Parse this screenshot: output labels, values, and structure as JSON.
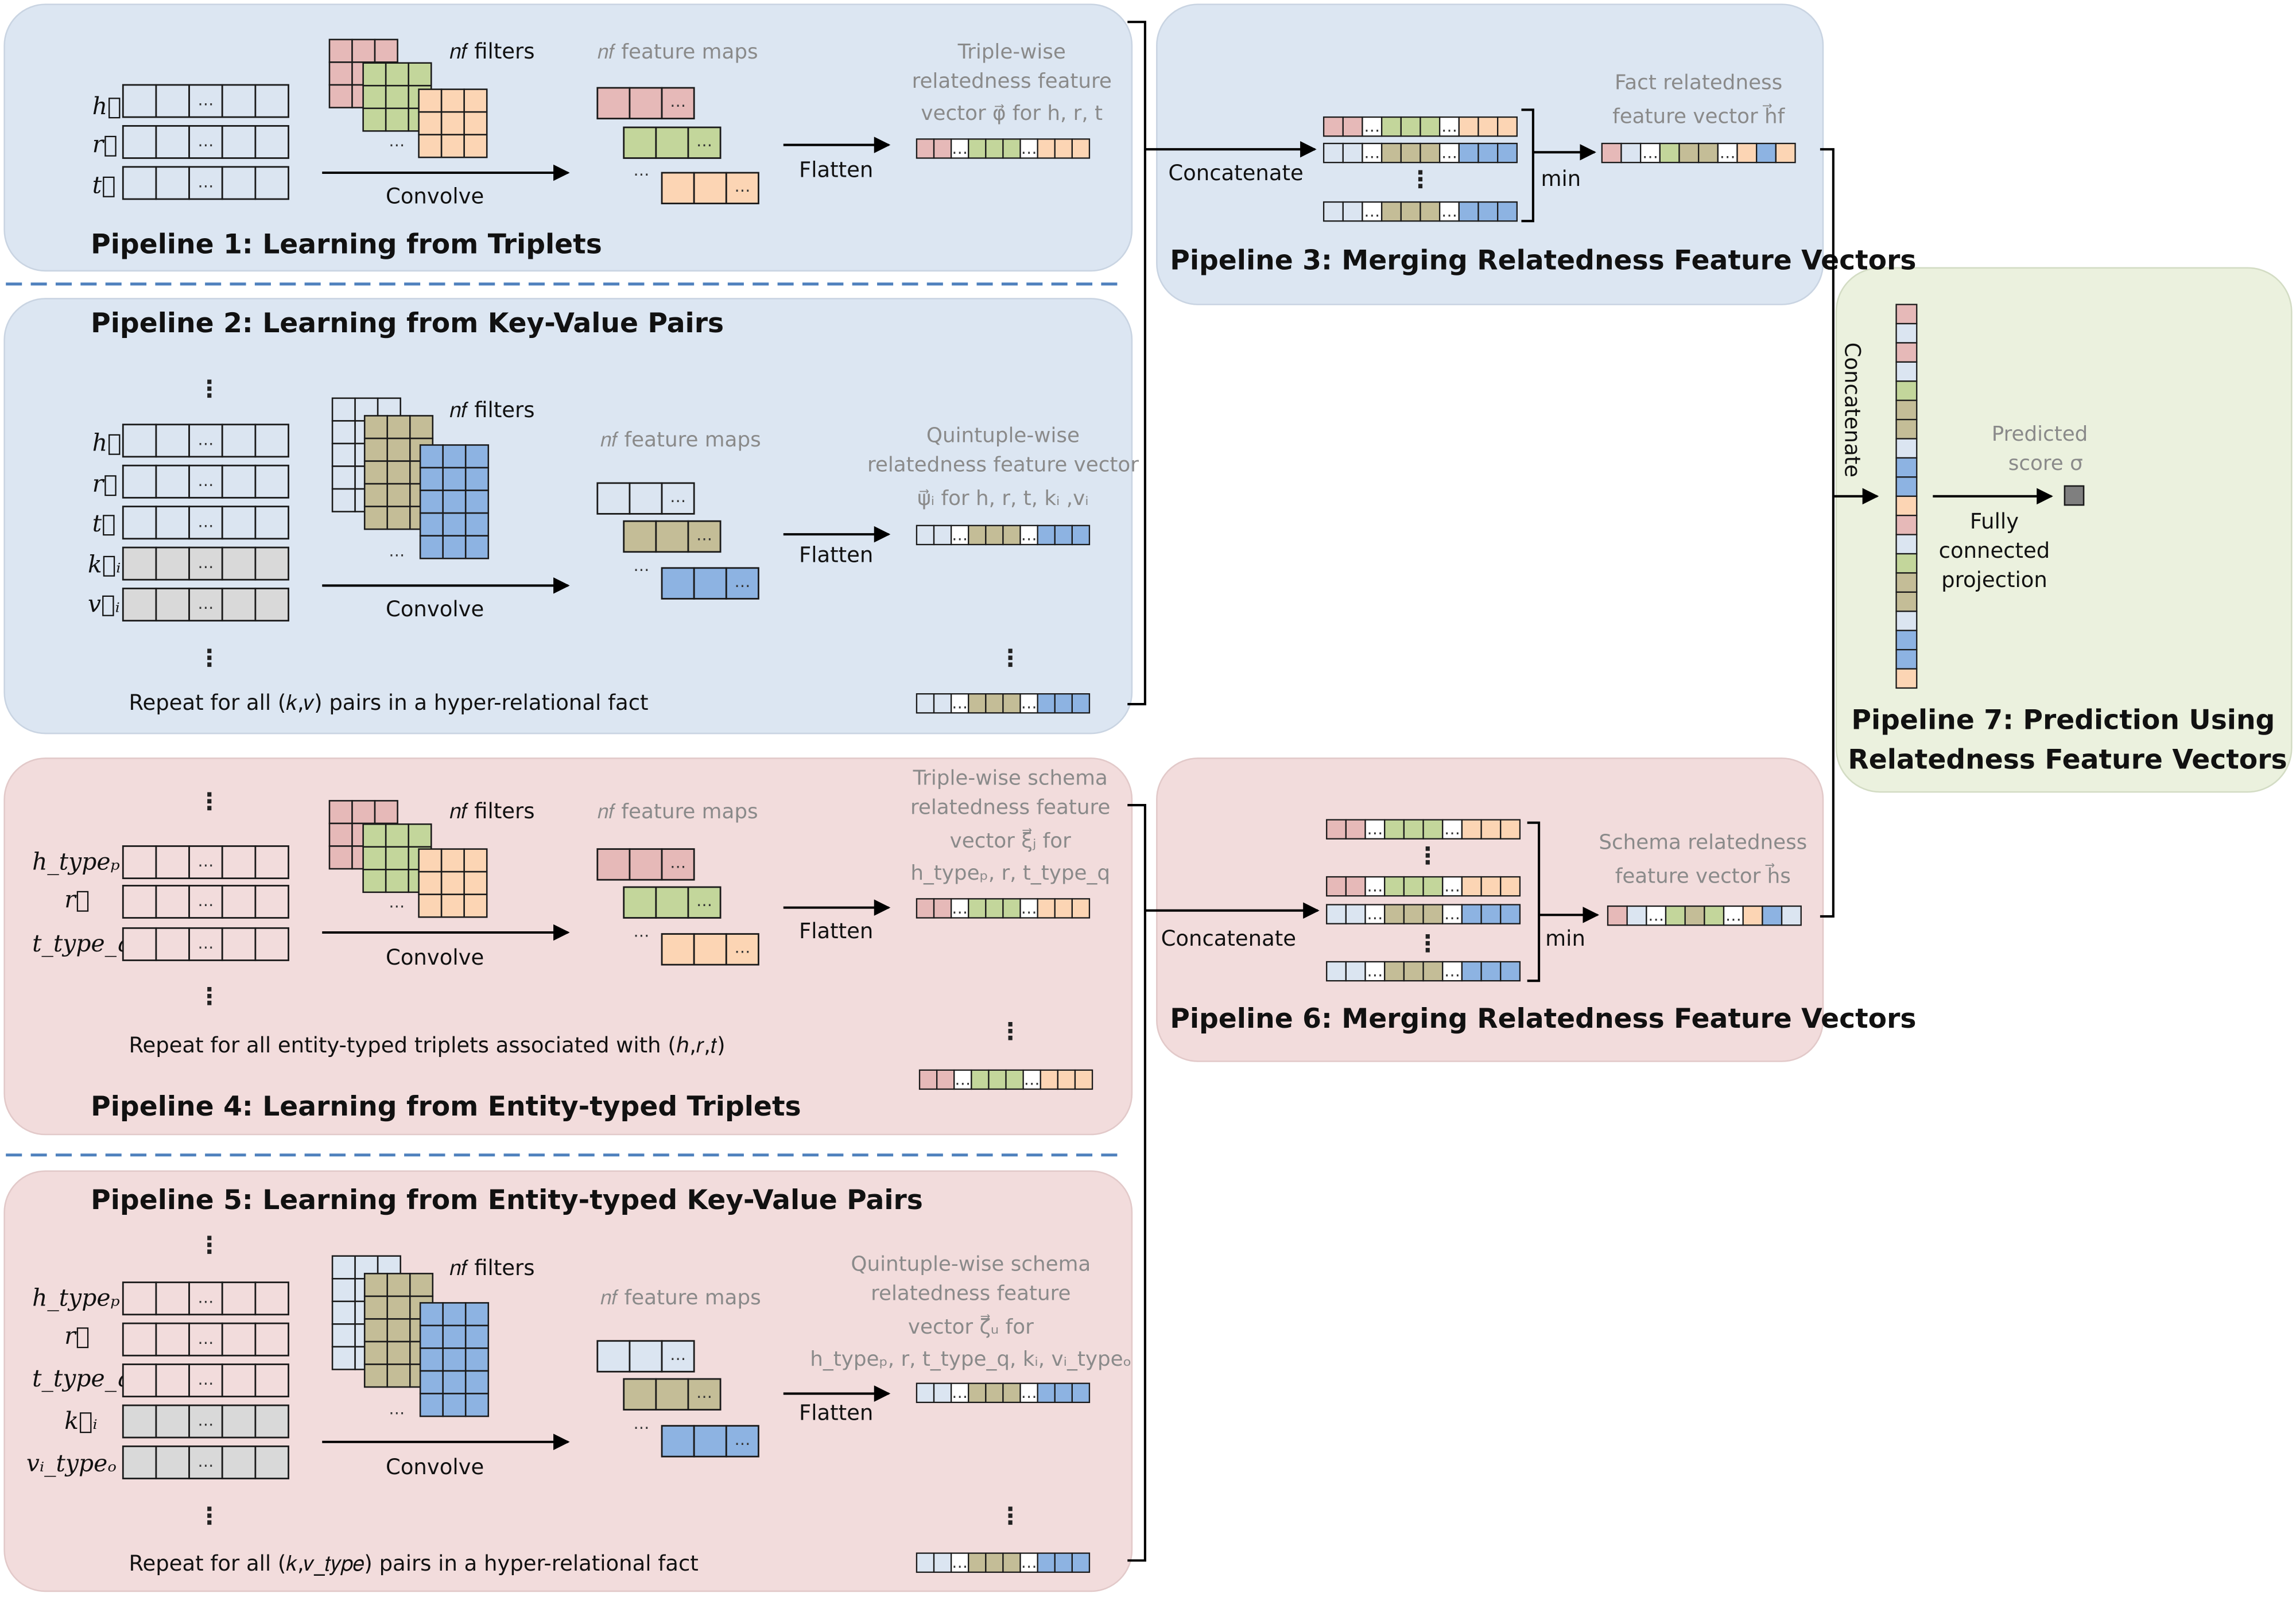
{
  "colors": {
    "blue_panel": "#dce6f2",
    "red_panel": "#f2dcdc",
    "green_panel": "#ebf1de",
    "pink_cell": "#e6b9b8",
    "green_cell": "#c3d69b",
    "orange_cell": "#fcd5b4",
    "olive_cell": "#c4bd97",
    "blue_cell": "#8db3e2",
    "lightblue_cell": "#dbe5f1",
    "grey_cell": "#d9d9d9",
    "dashed_line": "#4f81bd"
  },
  "pipelines": {
    "p1": {
      "title": "Pipeline 1: Learning from Triplets",
      "inputs": [
        "h⃗",
        "r⃗",
        "t⃗"
      ],
      "filters_label": "𝑛𝑓 filters",
      "convolve_label": "Convolve",
      "feature_maps_label": "𝑛𝑓 feature maps",
      "flatten_label": "Flatten",
      "vector_caption": [
        "Triple-wise",
        "relatedness feature",
        "vector φ⃗ for h, r, t"
      ]
    },
    "p2": {
      "title": "Pipeline 2: Learning from Key-Value Pairs",
      "inputs": [
        "h⃗",
        "r⃗",
        "t⃗",
        "k⃗ᵢ",
        "v⃗ᵢ"
      ],
      "filters_label": "𝑛𝑓 filters",
      "convolve_label": "Convolve",
      "feature_maps_label": "𝑛𝑓 feature maps",
      "flatten_label": "Flatten",
      "vector_caption": [
        "Quintuple-wise",
        "relatedness feature vector",
        "ψ⃗ᵢ for h, r, t, kᵢ ,vᵢ"
      ],
      "repeat_note": "Repeat for all (𝑘,𝑣) pairs in a hyper-relational fact"
    },
    "p3": {
      "title": "Pipeline 3: Merging Relatedness Feature Vectors",
      "concatenate_label": "Concatenate",
      "min_label": "min",
      "vector_caption": [
        "Fact relatedness",
        "feature vector h⃗f"
      ]
    },
    "p4": {
      "title": "Pipeline 4: Learning from Entity-typed Triplets",
      "inputs": [
        "h_typeₚ",
        "r⃗",
        "t_type_q"
      ],
      "filters_label": "𝑛𝑓 filters",
      "convolve_label": "Convolve",
      "feature_maps_label": "𝑛𝑓 feature maps",
      "flatten_label": "Flatten",
      "vector_caption": [
        "Triple-wise schema",
        "relatedness feature",
        "vector ξ⃗ⱼ for",
        "h_typeₚ, r, t_type_q"
      ],
      "repeat_note": "Repeat for all entity-typed triplets associated with (ℎ,𝑟,𝑡)"
    },
    "p5": {
      "title": "Pipeline 5: Learning from Entity-typed Key-Value Pairs",
      "inputs": [
        "h_typeₚ",
        "r⃗",
        "t_type_q",
        "k⃗ᵢ",
        "vᵢ_typeₒ"
      ],
      "filters_label": "𝑛𝑓 filters",
      "convolve_label": "Convolve",
      "feature_maps_label": "𝑛𝑓 feature maps",
      "flatten_label": "Flatten",
      "vector_caption": [
        "Quintuple-wise schema",
        "relatedness feature",
        "vector ζ⃗ᵤ for",
        "h_typeₚ, r, t_type_q, kᵢ, vᵢ_typeₒ"
      ],
      "repeat_note": "Repeat for all (𝑘,𝑣_𝑡𝑦𝑝𝑒) pairs in a hyper-relational fact"
    },
    "p6": {
      "title": "Pipeline 6: Merging Relatedness Feature Vectors",
      "concatenate_label": "Concatenate",
      "min_label": "min",
      "vector_caption": [
        "Schema relatedness",
        "feature vector h⃗s"
      ]
    },
    "p7": {
      "title_lines": [
        "Pipeline 7: Prediction Using",
        "Relatedness Feature Vectors"
      ],
      "concatenate_label": "Concatenate",
      "projection_label": [
        "Fully",
        "connected",
        "projection"
      ],
      "score_label": [
        "Predicted",
        "score σ"
      ]
    }
  }
}
